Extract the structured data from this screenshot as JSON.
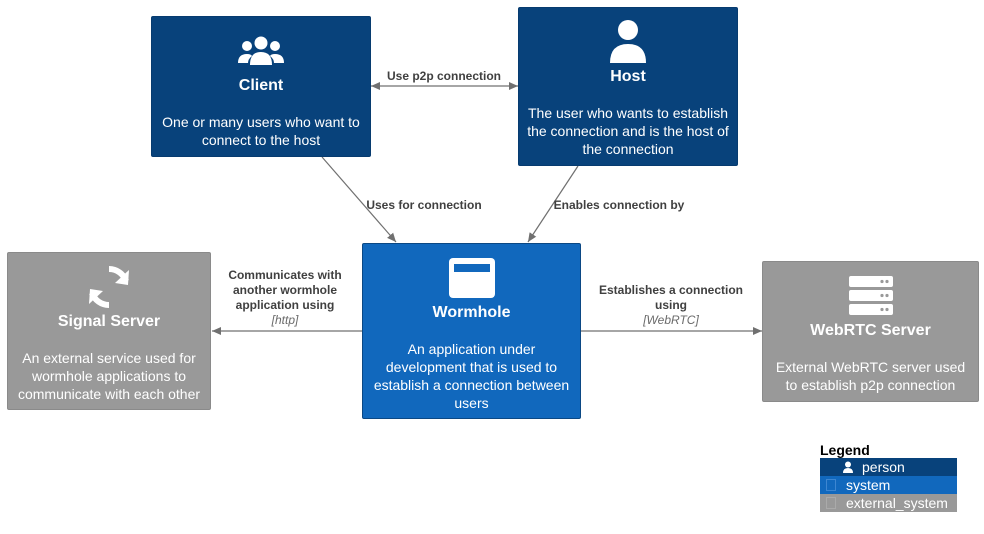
{
  "nodes": {
    "client": {
      "title": "Client",
      "description": "One or many users who want to connect to the host",
      "icon": "users-icon"
    },
    "host": {
      "title": "Host",
      "description": "The user who wants to establish the connection and is the host of the connection",
      "icon": "user-icon"
    },
    "wormhole": {
      "title": "Wormhole",
      "description": "An application under development that is used to establish a connection between users",
      "icon": "window-icon"
    },
    "signal": {
      "title": "Signal Server",
      "description": "An external service used for wormhole applications to communicate with each other",
      "icon": "sync-icon"
    },
    "webrtc": {
      "title": "WebRTC Server",
      "description": "External WebRTC server used to establish p2p connection",
      "icon": "server-icon"
    }
  },
  "edges": {
    "client_host": {
      "label": "Use p2p connection"
    },
    "client_wormhole": {
      "label": "Uses for connection"
    },
    "host_wormhole": {
      "label": "Enables connection by"
    },
    "wormhole_signal": {
      "label": "Communicates with another wormhole application using",
      "tech": "[http]"
    },
    "wormhole_webrtc": {
      "label": "Establishes a connection using",
      "tech": "[WebRTC]"
    }
  },
  "legend": {
    "title": "Legend",
    "items": [
      {
        "label": "person",
        "color": "#08427b"
      },
      {
        "label": "system",
        "color": "#1168bd"
      },
      {
        "label": "external_system",
        "color": "#999999"
      }
    ]
  },
  "colors": {
    "person": "#08427b",
    "system": "#1168bd",
    "external": "#999999",
    "edge": "#707070"
  }
}
